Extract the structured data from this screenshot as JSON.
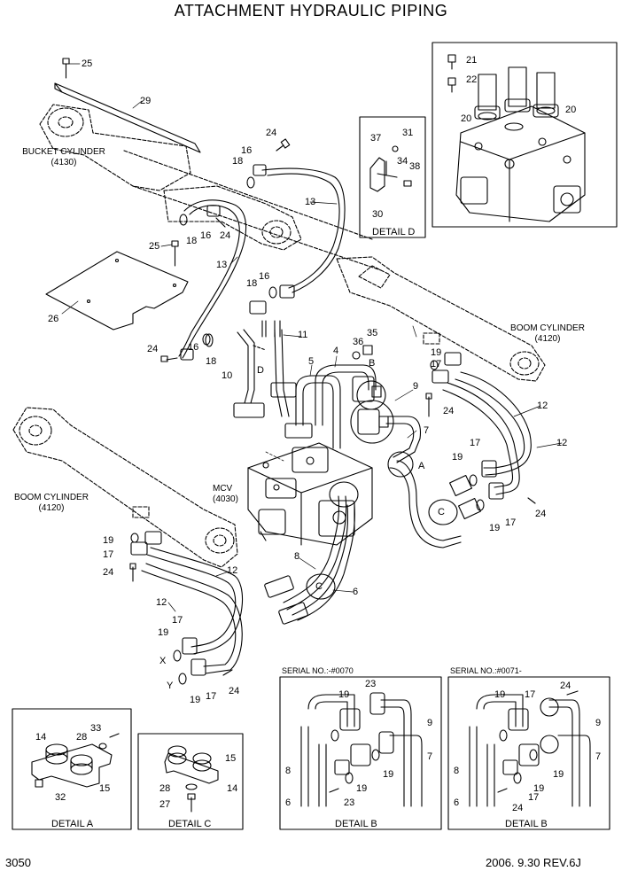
{
  "title": "ATTACHMENT HYDRAULIC PIPING",
  "page_number": "3050",
  "revision": "2006. 9.30  REV.6J",
  "component_labels": [
    {
      "id": "bucket_cyl",
      "text": "BUCKET CYLINDER\n(4130)"
    },
    {
      "id": "boom_cyl_right",
      "text": "BOOM CYLINDER\n(4120)"
    },
    {
      "id": "boom_cyl_left",
      "text": "BOOM CYLINDER\n(4120)"
    },
    {
      "id": "mcv",
      "text": "MCV\n(4030)"
    }
  ],
  "detail_captions": [
    "DETAIL D",
    "DETAIL A",
    "DETAIL C",
    "DETAIL B",
    "DETAIL B"
  ],
  "serial_labels": [
    "SERIAL NO.:-#0070",
    "SERIAL NO.:#0071-"
  ],
  "callouts": [
    "25",
    "29",
    "24",
    "16",
    "18",
    "13",
    "18",
    "16",
    "24",
    "25",
    "26",
    "13",
    "18",
    "16",
    "24",
    "16",
    "18",
    "10",
    "D",
    "11",
    "21",
    "22",
    "20",
    "20",
    "37",
    "31",
    "34",
    "38",
    "30",
    "36",
    "35",
    "5",
    "4",
    "B",
    "19",
    "17",
    "9",
    "24",
    "12",
    "7",
    "17",
    "12",
    "19",
    "A",
    "C",
    "24",
    "19",
    "17",
    "19",
    "17",
    "24",
    "12",
    "8",
    "6",
    "C",
    "12",
    "17",
    "19",
    "X",
    "Y",
    "19",
    "17",
    "24",
    "33",
    "28",
    "14",
    "15",
    "32",
    "15",
    "28",
    "14",
    "27",
    "23",
    "19",
    "9",
    "8",
    "7",
    "19",
    "19",
    "6",
    "23",
    "24",
    "19",
    "17",
    "9",
    "8",
    "7",
    "19",
    "19",
    "6",
    "24",
    "17"
  ]
}
